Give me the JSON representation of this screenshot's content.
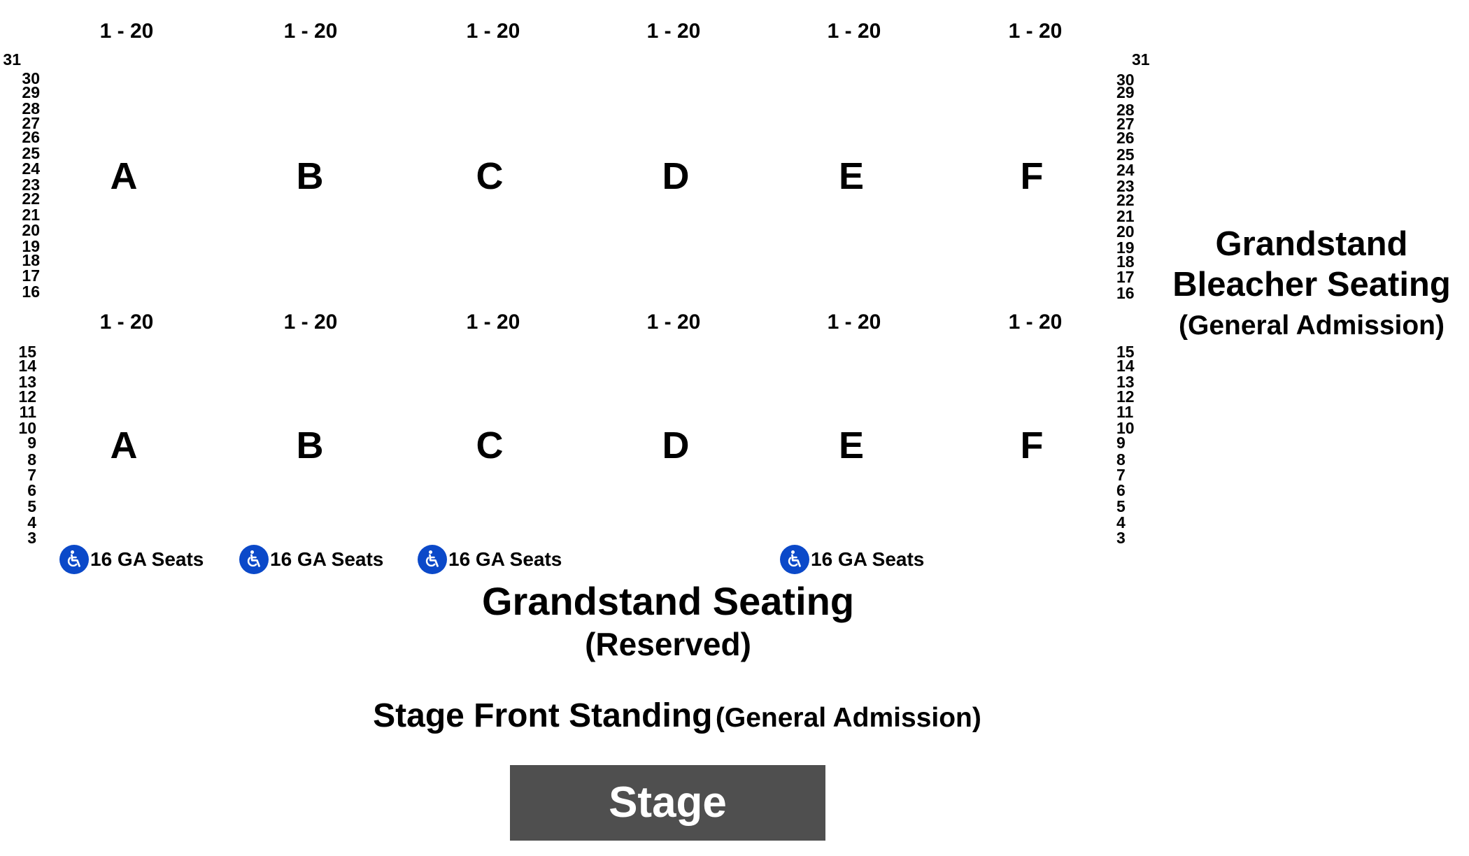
{
  "map": {
    "seat_range_label": "1 - 20",
    "sections": [
      "A",
      "B",
      "C",
      "D",
      "E",
      "F"
    ],
    "upper_rows": [
      "31",
      "30",
      "29",
      "28",
      "27",
      "26",
      "25",
      "24",
      "23",
      "22",
      "21",
      "20",
      "19",
      "18",
      "17",
      "16"
    ],
    "lower_rows": [
      "15",
      "14",
      "13",
      "12",
      "11",
      "10",
      "9",
      "8",
      "7",
      "6",
      "5",
      "4",
      "3"
    ],
    "ada_label": "16 GA Seats",
    "ada_icon": "wheelchair-accessible-icon",
    "ada_color": "#0b49c9",
    "grandstand_title": "Grandstand Seating",
    "grandstand_subtitle": "(Reserved)",
    "bleacher_line1": "Grandstand",
    "bleacher_line2": "Bleacher Seating",
    "bleacher_line3": "(General Admission)",
    "standing_main": "Stage Front Standing",
    "standing_sub": "(General Admission)",
    "stage_label": "Stage",
    "stage_color": "#4f4f4f"
  }
}
